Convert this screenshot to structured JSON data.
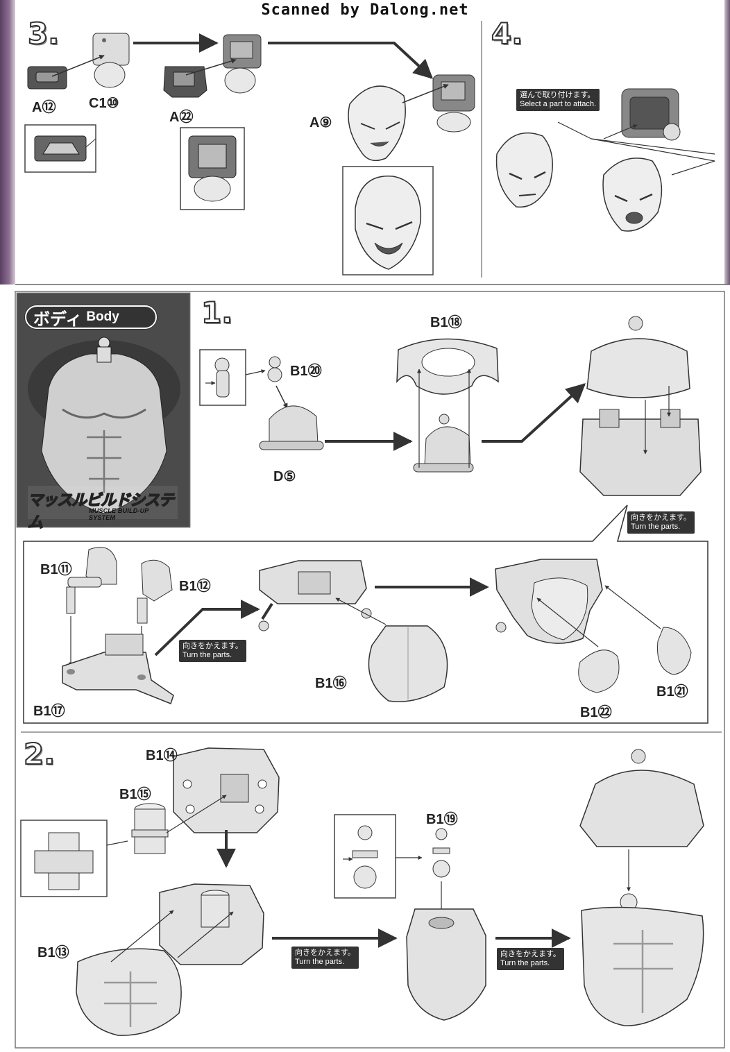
{
  "header": {
    "scan_credit": "Scanned by Dalong.net"
  },
  "step3": {
    "number": "3.",
    "parts": [
      "A⑫",
      "C1⑩",
      "A㉒",
      "A⑨"
    ]
  },
  "step4": {
    "number": "4.",
    "callout_jp": "選んで取り付けます。",
    "callout_en": "Select a part to attach."
  },
  "body_section": {
    "title_jp": "ボディ",
    "title_en": "Body",
    "logo_jp": "マッスルビルドシステム",
    "logo_en": "MUSCLE BUILD-UP SYSTEM"
  },
  "step1": {
    "number": "1.",
    "parts": [
      "B1⑳",
      "D⑤",
      "B1⑱",
      "B1⑪",
      "B1⑫",
      "B1⑯",
      "B1⑰",
      "B1㉑",
      "B1㉒"
    ],
    "turn_jp": "向きをかえます。",
    "turn_en": "Turn the parts."
  },
  "step2": {
    "number": "2.",
    "parts": [
      "B1⑭",
      "B1⑮",
      "B1⑬",
      "B1⑲"
    ],
    "turn_jp": "向きをかえます。",
    "turn_en": "Turn the parts."
  }
}
